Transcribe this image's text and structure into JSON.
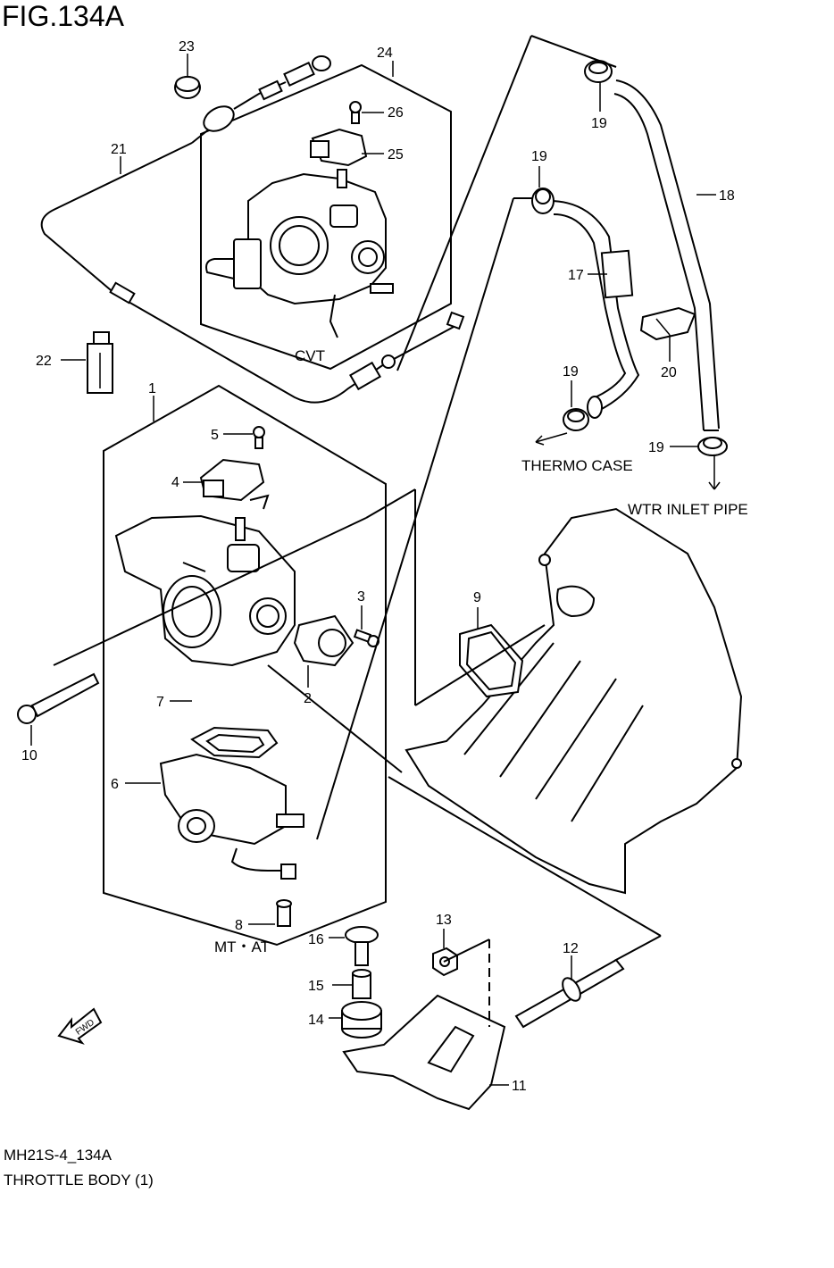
{
  "figure": {
    "title": "FIG.134A",
    "code": "MH21S-4_134A",
    "name": "THROTTLE BODY (1)"
  },
  "notes": {
    "cvt": "CVT",
    "mt_at": "MT・AT",
    "thermo_case": "THERMO CASE",
    "wtr_inlet_pipe": "WTR INLET PIPE",
    "fwd": "FWD"
  },
  "callouts": {
    "p1": "1",
    "p2": "2",
    "p3": "3",
    "p4": "4",
    "p5": "5",
    "p6": "6",
    "p7": "7",
    "p8": "8",
    "p9": "9",
    "p10": "10",
    "p11": "11",
    "p12": "12",
    "p13": "13",
    "p14": "14",
    "p15": "15",
    "p16": "16",
    "p17": "17",
    "p18": "18",
    "p19": "19",
    "p20": "20",
    "p21": "21",
    "p22": "22",
    "p23": "23",
    "p24": "24",
    "p25": "25",
    "p26": "26"
  }
}
